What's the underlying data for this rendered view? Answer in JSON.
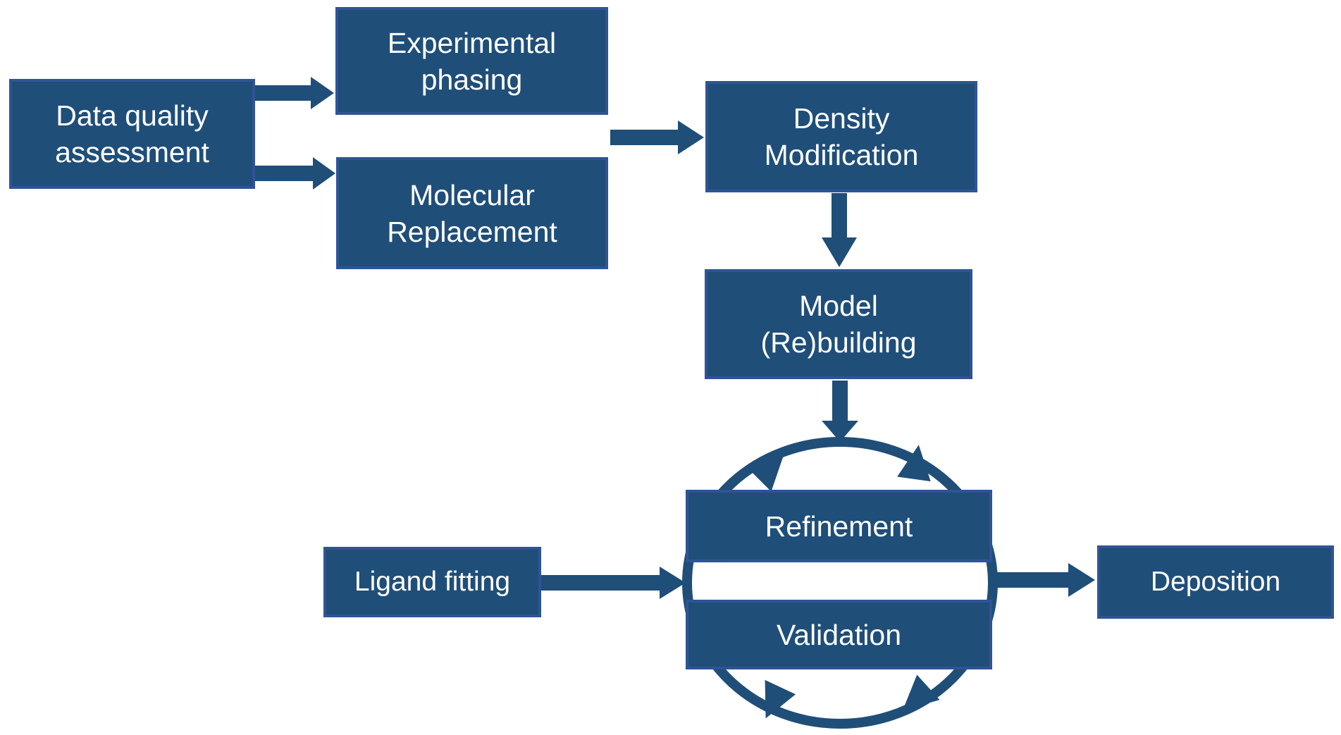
{
  "diagram": {
    "background": "#FFFFFF",
    "colors": {
      "node_fill": "#1F4E79",
      "node_border": "#2F5496",
      "node_text": "#FFFFFF",
      "arrow": "#1F4E79"
    },
    "nodes": [
      {
        "id": "data-quality-assessment",
        "label": "Data quality assessment"
      },
      {
        "id": "experimental-phasing",
        "label": "Experimental phasing"
      },
      {
        "id": "molecular-replacement",
        "label": "Molecular Replacement"
      },
      {
        "id": "density-modification",
        "label": "Density Modification"
      },
      {
        "id": "model-rebuilding",
        "label": "Model (Re)building"
      },
      {
        "id": "refinement",
        "label": "Refinement"
      },
      {
        "id": "validation",
        "label": "Validation"
      },
      {
        "id": "ligand-fitting",
        "label": "Ligand fitting"
      },
      {
        "id": "deposition",
        "label": "Deposition"
      }
    ],
    "edges": [
      {
        "from": "data-quality-assessment",
        "to": "experimental-phasing"
      },
      {
        "from": "data-quality-assessment",
        "to": "molecular-replacement"
      },
      {
        "from": "experimental-phasing+molecular-replacement",
        "to": "density-modification"
      },
      {
        "from": "density-modification",
        "to": "model-rebuilding"
      },
      {
        "from": "model-rebuilding",
        "to": "refinement-validation-cycle"
      },
      {
        "from": "ligand-fitting",
        "to": "refinement-validation-cycle"
      },
      {
        "from": "refinement-validation-cycle",
        "to": "deposition"
      }
    ],
    "cycle": {
      "members": [
        "refinement",
        "validation"
      ],
      "style": "circular-arrows-clockwise"
    }
  }
}
